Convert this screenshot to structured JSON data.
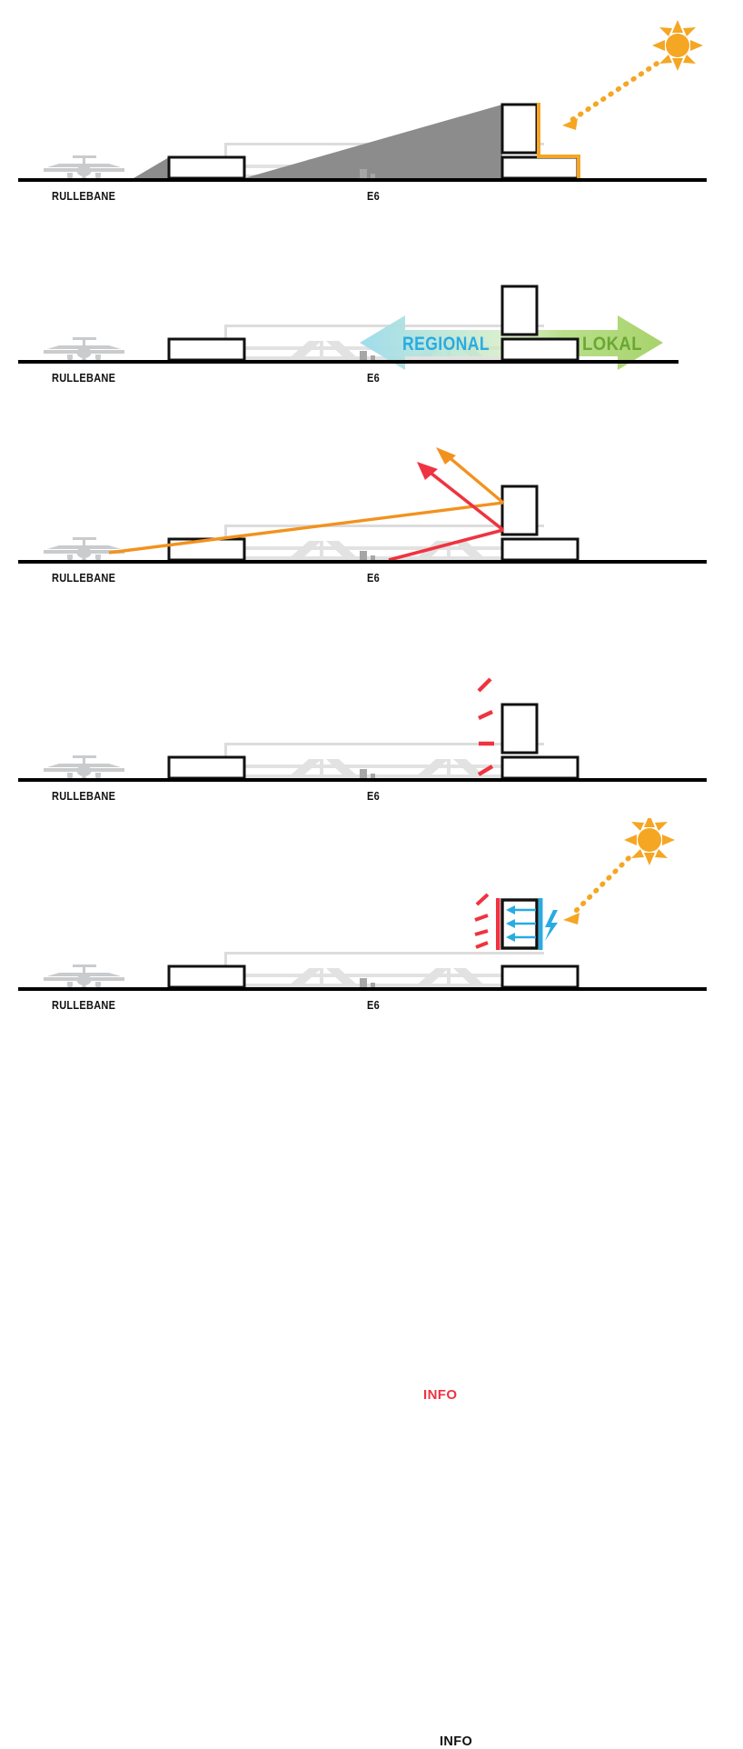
{
  "document": {
    "type": "architectural-section-diagram-series",
    "panel_count": 5,
    "background": "#ffffff"
  },
  "palette": {
    "ground_line": "#000000",
    "building_outline": "#111111",
    "building_fill": "#ffffff",
    "bridge_gray": "#d9d9d9",
    "shadow_gray": "#8c8c8c",
    "plane_gray": "#c9cbcd",
    "vehicle_gray": "#a6a6a6",
    "sun_orange": "#f5a623",
    "highlight_orange": "#f5a623",
    "ray_orange": "#f2921d",
    "red": "#ef3340",
    "blue": "#29abe2",
    "regional_arrow": "#9fdced",
    "regional_text": "#29abe2",
    "lokal_arrow": "#a8d36a",
    "lokal_text": "#6aa733"
  },
  "common_labels": {
    "runway": "RULLEBANE",
    "highway": "E6"
  },
  "panels": [
    {
      "id": "panel-sun-shadow",
      "index": 1,
      "title_semantic": "solar-shading-study",
      "labels": {
        "runway": "RULLEBANE",
        "highway": "E6"
      },
      "features": [
        "sun-icon",
        "dotted-sun-ray",
        "cast-shadow-triangle",
        "orange-facade-highlight",
        "tall-building",
        "low-building-right",
        "low-building-left",
        "bridge-structure",
        "airplane-icon",
        "ground-line"
      ]
    },
    {
      "id": "panel-regional-lokal",
      "index": 2,
      "title_semantic": "connectivity-diagram",
      "labels": {
        "runway": "RULLEBANE",
        "highway": "E6"
      },
      "arrows": [
        {
          "name": "regional-arrow",
          "label": "REGIONAL",
          "direction": "left",
          "fill": "#9fdced",
          "text_color": "#29abe2"
        },
        {
          "name": "lokal-arrow",
          "label": "LOKAL",
          "direction": "right",
          "fill": "#a8d36a",
          "text_color": "#6aa733"
        }
      ]
    },
    {
      "id": "panel-sightlines",
      "index": 3,
      "title_semantic": "visibility-reflection-study",
      "labels": {
        "runway": "RULLEBANE",
        "highway": "E6"
      },
      "rays": [
        {
          "name": "orange-sightline",
          "color": "#f2921d",
          "from": "runway-airplane",
          "to": "tall-building-facade",
          "reflects": "up-left"
        },
        {
          "name": "red-sightline",
          "color": "#ef3340",
          "from": "highway-e6",
          "to": "tall-building-facade",
          "reflects": "up-left"
        }
      ]
    },
    {
      "id": "panel-info-red",
      "index": 4,
      "title_semantic": "information-emission-study",
      "labels": {
        "runway": "RULLEBANE",
        "highway": "E6"
      },
      "annotation": {
        "name": "info-label-red",
        "text": "INFO",
        "color": "#ef3340",
        "dash_count": 4
      }
    },
    {
      "id": "panel-info-solar",
      "index": 5,
      "title_semantic": "solar-energy-and-info-facade",
      "labels": {
        "runway": "RULLEBANE",
        "highway": "E6"
      },
      "annotation": {
        "name": "info-label-black",
        "text": "INFO",
        "color": "#111111",
        "dash_count": 4
      },
      "facade": {
        "left_edge": {
          "name": "info-facade-red-edge",
          "color": "#ef3340"
        },
        "right_edge": {
          "name": "solar-facade-blue-edge",
          "color": "#29abe2"
        },
        "internal_arrows": {
          "name": "energy-flow-arrows",
          "color": "#29abe2",
          "count": 3,
          "direction": "left"
        },
        "bolt": {
          "name": "lightning-bolt-icon",
          "color": "#29abe2"
        }
      },
      "features": [
        "sun-icon",
        "dotted-sun-ray"
      ]
    }
  ]
}
